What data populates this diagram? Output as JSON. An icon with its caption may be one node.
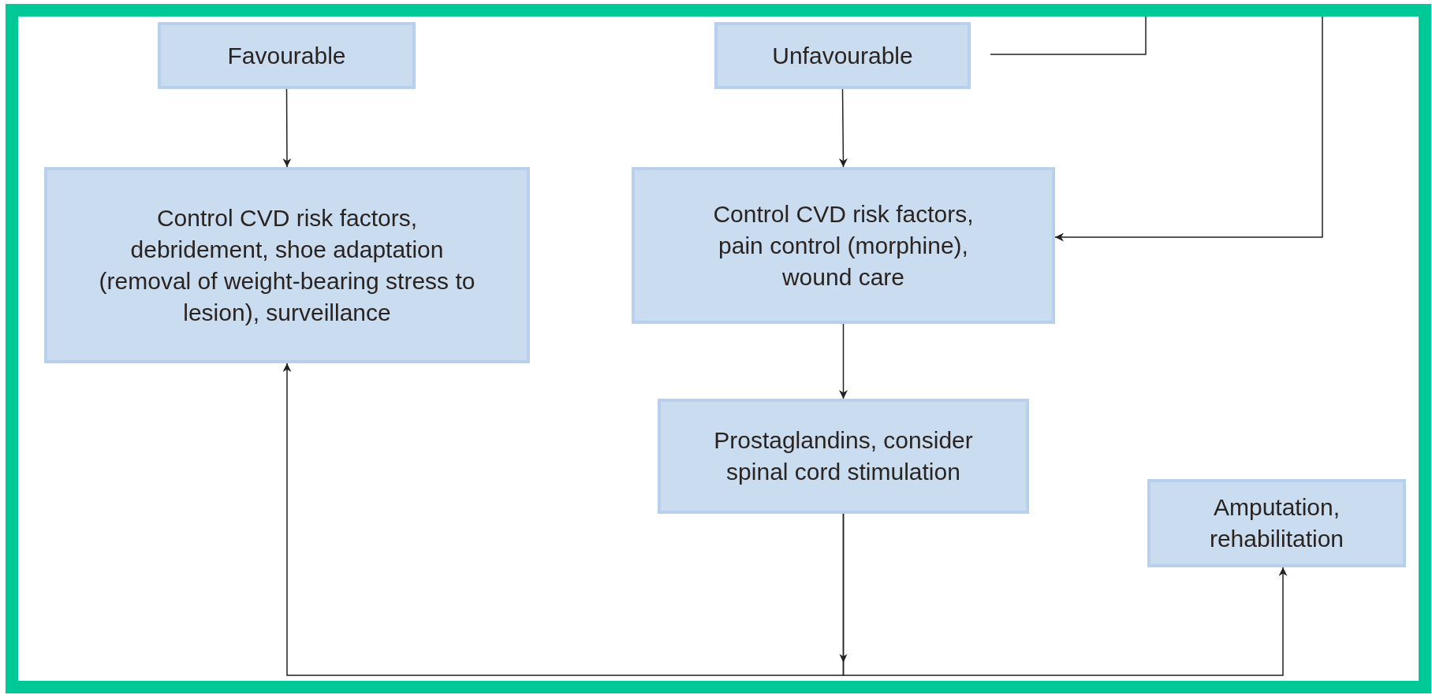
{
  "diagram": {
    "nodes": [
      {
        "text": [
          "Favourable"
        ]
      },
      {
        "text": [
          "Unfavourable"
        ]
      },
      {
        "text": [
          "Control CVD risk factors, debridement, shoe adaptation (removal of weight-bearing stress to lesion), surveillance"
        ]
      },
      {
        "text": [
          "Control CVD risk factors, pain control (morphine), wound care"
        ]
      },
      {
        "text": [
          "Prostaglandins, consider spinal cord stimulation"
        ]
      },
      {
        "text": [
          "Amputation, rehabilitation"
        ]
      }
    ],
    "edges": [
      {
        "from": 0,
        "to": 2,
        "arrow": "to"
      },
      {
        "from": 1,
        "to": 3,
        "arrow": "to"
      },
      {
        "from": 1,
        "to": null,
        "arrow": "none"
      },
      {
        "from": null,
        "to": 3,
        "arrow": "to"
      },
      {
        "from": 3,
        "to": 4,
        "arrow": "to"
      },
      {
        "from": 4,
        "to": 2,
        "arrow": "to"
      },
      {
        "from": 4,
        "to": 5,
        "arrow": "to"
      }
    ]
  }
}
